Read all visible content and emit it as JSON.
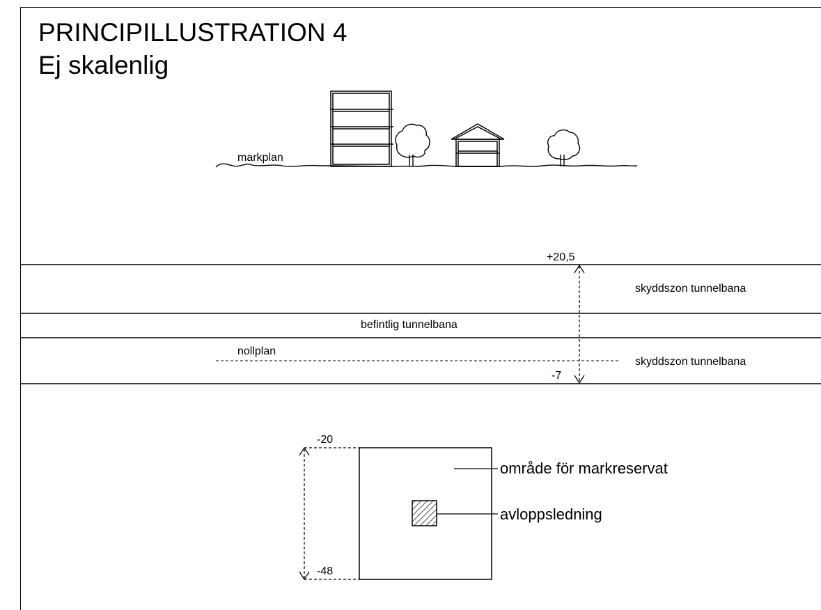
{
  "title": "PRINCIPILLUSTRATION 4",
  "subtitle": "Ej skalenlig",
  "labels": {
    "ground": "markplan",
    "zero_plane": "nollplan",
    "existing_subway": "befintlig tunnelbana",
    "protection_zone_upper": "skyddszon tunnelbana",
    "protection_zone_lower": "skyddszon tunnelbana",
    "reserve_area": "område för markreservat",
    "sewer": "avloppsledning"
  },
  "levels": {
    "zone_top": "+20,5",
    "zone_bottom": "-7",
    "reserve_top": "-20",
    "reserve_bottom": "-48"
  }
}
